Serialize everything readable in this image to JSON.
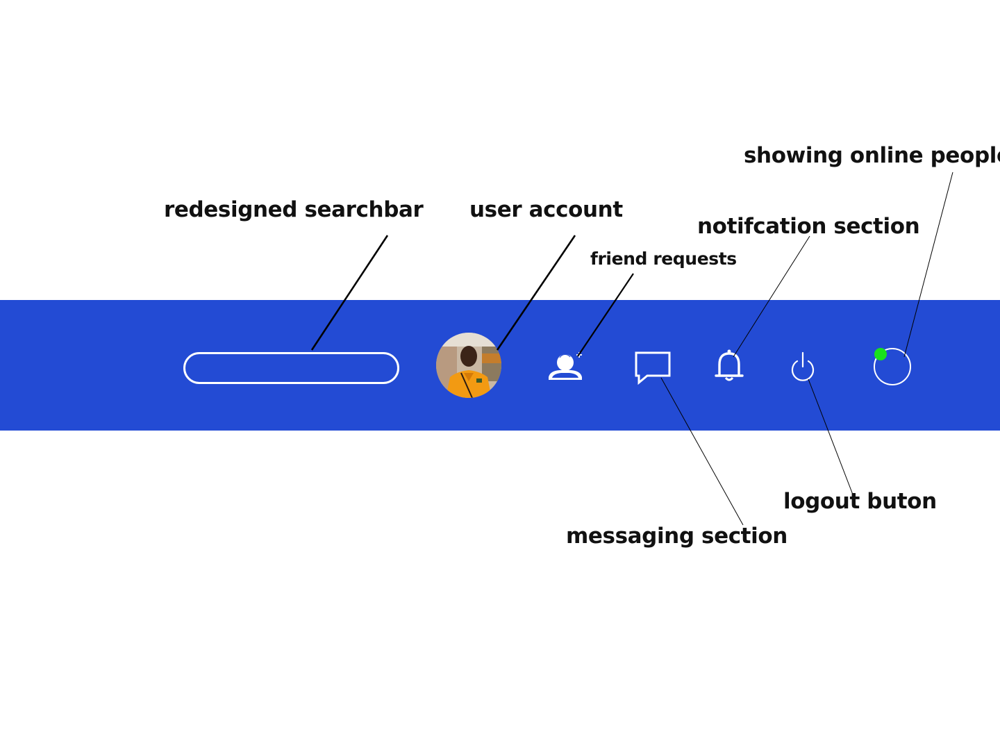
{
  "colors": {
    "navbar": "#234bd4",
    "icon": "#ffffff",
    "online_dot": "#19e01c",
    "annotation_text": "#111111"
  },
  "navbar": {
    "search": {
      "placeholder": "",
      "value": ""
    },
    "icons": [
      "user-avatar",
      "friend-requests-icon",
      "chat-bubble-icon",
      "bell-icon",
      "power-icon",
      "online-status-icon"
    ]
  },
  "annotations": {
    "searchbar": "redesigned searchbar",
    "user_account": "user account",
    "friend_requests": "friend requests",
    "notification": "notifcation section",
    "online_people": "showing online people",
    "messaging": "messaging section",
    "logout": "logout buton"
  }
}
